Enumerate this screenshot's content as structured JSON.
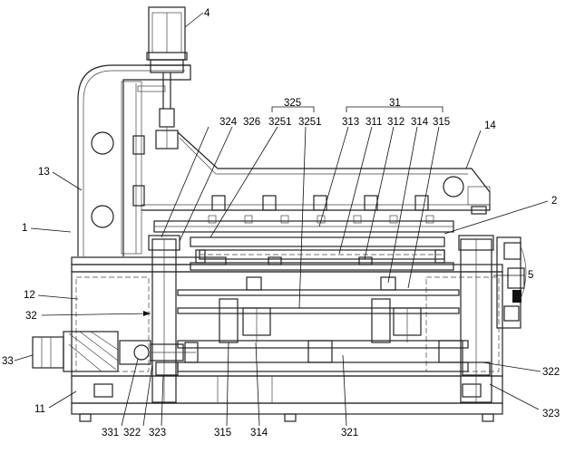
{
  "callouts": {
    "c4": "4",
    "c325": "325",
    "c31": "31",
    "c324": "324",
    "c326": "326",
    "c3251a": "3251",
    "c3251b": "3251",
    "c313": "313",
    "c311": "311",
    "c312": "312",
    "c314_top": "314",
    "c315_top": "315",
    "c14": "14",
    "c13": "13",
    "c2": "2",
    "c1": "1",
    "c5": "5",
    "c12": "12",
    "c32": "32",
    "c33": "33",
    "c322_right": "322",
    "c11": "11",
    "c323_right": "323",
    "c331": "331",
    "c322_bottom": "322",
    "c323_bottom": "323",
    "c315_bottom": "315",
    "c314_bottom": "314",
    "c321": "321"
  }
}
